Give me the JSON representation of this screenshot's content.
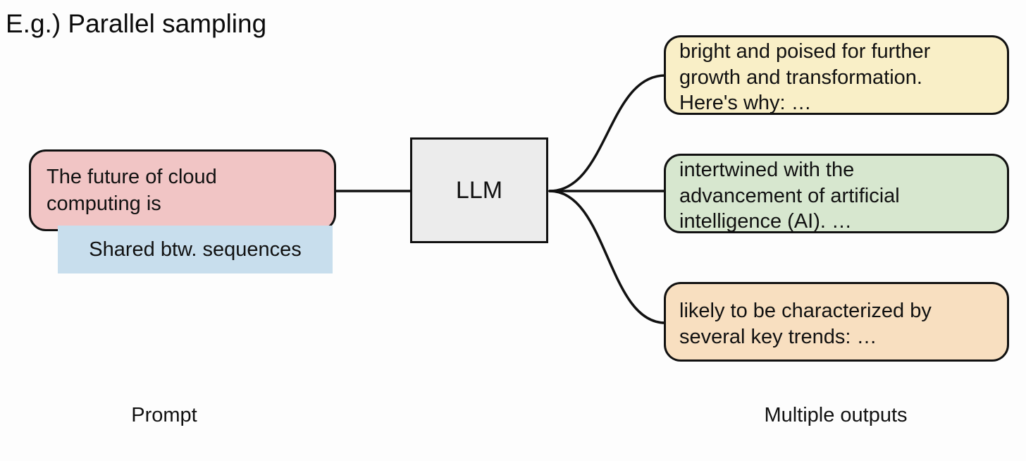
{
  "title": "E.g.) Parallel sampling",
  "diagram": {
    "prompt_box": {
      "text": "The future of cloud\ncomputing is",
      "bg": "#f1c5c5"
    },
    "shared_note": {
      "text": "Shared btw. sequences",
      "bg": "#c8deed"
    },
    "llm_box": {
      "label": "LLM",
      "bg": "#ececec"
    },
    "outputs": [
      {
        "text": "bright and poised for further\ngrowth and transformation.\nHere's why: …",
        "bg": "#f9efc7"
      },
      {
        "text": "intertwined with the\nadvancement of artificial\nintelligence (AI). …",
        "bg": "#d7e7cf"
      },
      {
        "text": "likely to be characterized by\nseveral key trends: …",
        "bg": "#f8dfc0"
      }
    ],
    "captions": {
      "left": "Prompt",
      "right": "Multiple outputs"
    },
    "line_color": "#111111"
  }
}
